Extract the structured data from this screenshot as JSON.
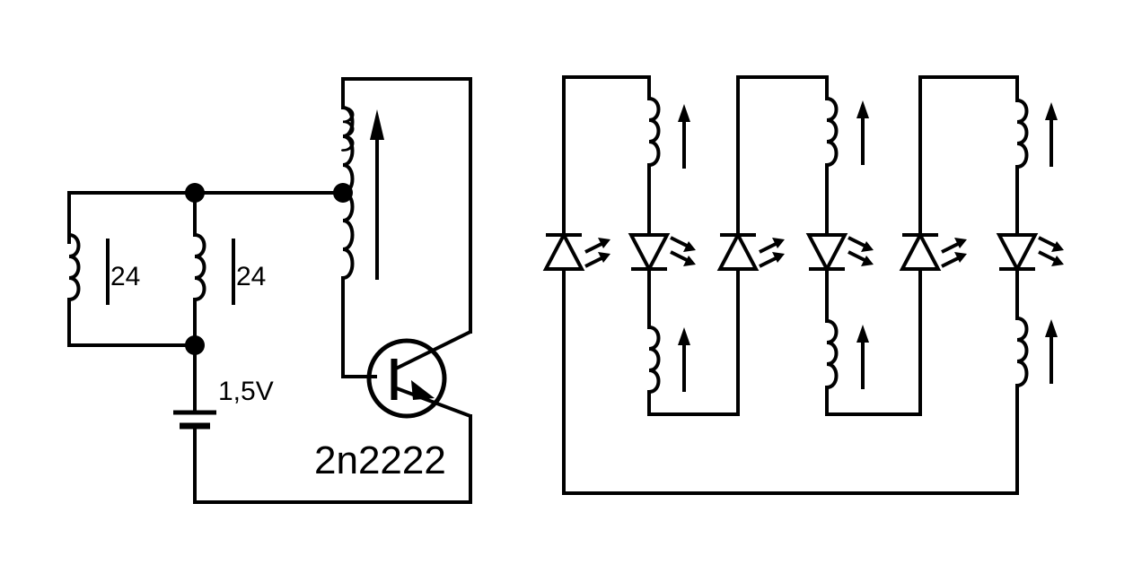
{
  "circuit": {
    "coil_left_turns": "24",
    "coil_right_turns": "24",
    "battery_voltage": "1,5V",
    "transistor_model": "2n2222"
  },
  "colors": {
    "ink": "#000000",
    "background": "#ffffff"
  }
}
